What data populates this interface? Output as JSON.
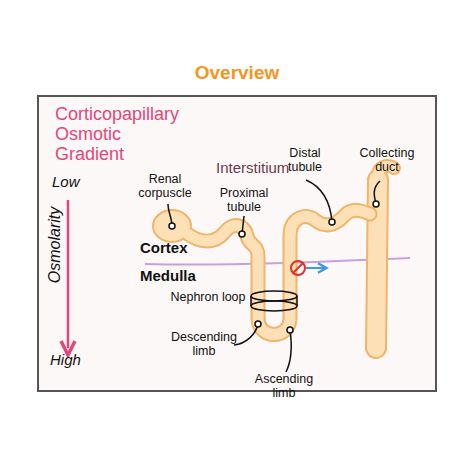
{
  "diagram": {
    "title": "Overview",
    "nodes": [
      {
        "text": [
          "Corticopapillary Osmotic Gradient"
        ]
      }
    ],
    "labels": [
      "Interstitium",
      "Low",
      "Osmolarity",
      "High",
      "Renal corpuscle",
      "Proximal tubule",
      "Distal tubule",
      "Collecting duct",
      "Cortex",
      "Medulla",
      "Nephron loop",
      "Descending limb",
      "Ascending limb"
    ]
  }
}
